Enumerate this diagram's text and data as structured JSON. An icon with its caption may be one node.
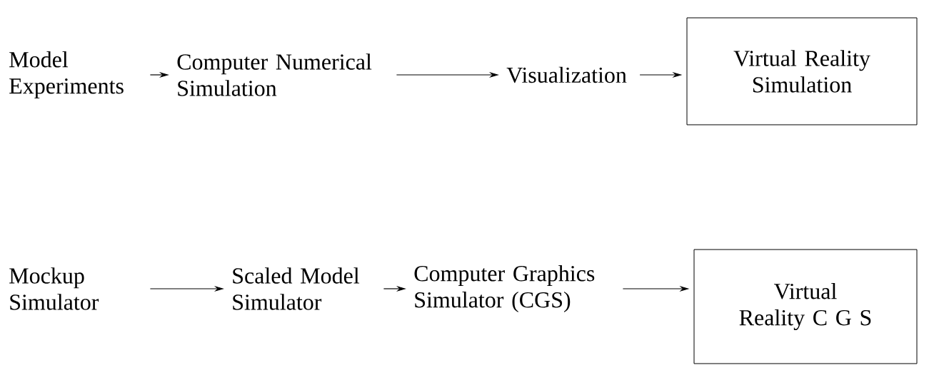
{
  "diagram": {
    "nodes": [
      {
        "text": [
          "Model Experiments"
        ]
      },
      {
        "text": [
          "Computer Numerical Simulation"
        ]
      },
      {
        "text": [
          "Visualization"
        ]
      },
      {
        "text": [
          "Virtual Reality Simulation"
        ]
      },
      {
        "text": [
          "Mockup Simulator"
        ]
      },
      {
        "text": [
          "Scaled Model Simulator"
        ]
      },
      {
        "text": [
          "Computer Graphics Simulator (CGS)"
        ]
      },
      {
        "text": [
          "Virtual Reality C G S"
        ]
      }
    ],
    "edges": [
      {
        "from": 0,
        "to": 1,
        "arrow": "to"
      },
      {
        "from": 1,
        "to": 2,
        "arrow": "to"
      },
      {
        "from": 2,
        "to": 3,
        "arrow": "to"
      },
      {
        "from": 4,
        "to": 5,
        "arrow": "to"
      },
      {
        "from": 5,
        "to": 6,
        "arrow": "to"
      },
      {
        "from": 6,
        "to": 7,
        "arrow": "to"
      }
    ]
  }
}
